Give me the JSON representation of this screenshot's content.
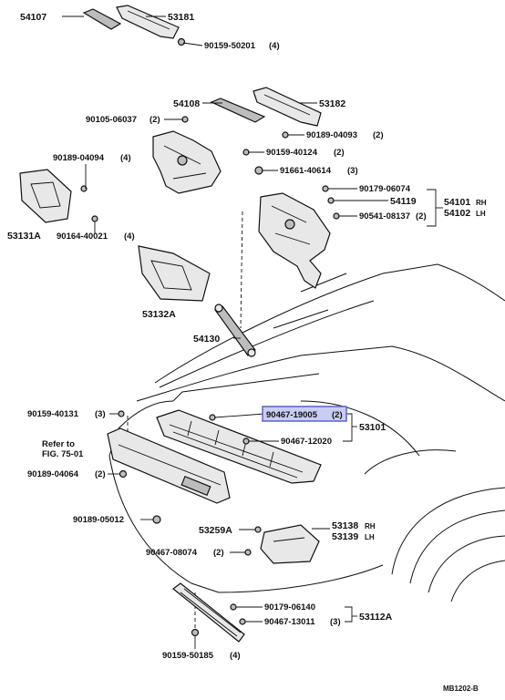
{
  "labels": {
    "p54107": "54107",
    "p53181": "53181",
    "p90159_50201": "90159-50201",
    "p90159_50201_qty": "(4)",
    "p54108": "54108",
    "p53182": "53182",
    "p90105_06037": "90105-06037",
    "p90105_06037_qty": "(2)",
    "p90189_04093": "90189-04093",
    "p90189_04093_qty": "(2)",
    "p90189_04094": "90189-04094",
    "p90189_04094_qty": "(4)",
    "p90159_40124": "90159-40124",
    "p90159_40124_qty": "(2)",
    "p91661_40614": "91661-40614",
    "p91661_40614_qty": "(3)",
    "p90179_06074": "90179-06074",
    "p54119": "54119",
    "p54101": "54101",
    "p54101_tag": "RH",
    "p90541_08137": "90541-08137",
    "p90541_08137_qty": "(2)",
    "p54102": "54102",
    "p54102_tag": "LH",
    "p53131A": "53131A",
    "p90164_40021": "90164-40021",
    "p90164_40021_qty": "(4)",
    "p53132A": "53132A",
    "p54130": "54130",
    "p90159_40131": "90159-40131",
    "p90159_40131_qty": "(3)",
    "p90467_19005": "90467-19005",
    "p90467_19005_qty": "(2)",
    "p53101": "53101",
    "refer_line1": "Refer to",
    "refer_line2": "FIG. 75-01",
    "p90467_12020": "90467-12020",
    "p90189_04064": "90189-04064",
    "p90189_04064_qty": "(2)",
    "p90189_05012": "90189-05012",
    "p53259A": "53259A",
    "p53138": "53138",
    "p53138_tag": "RH",
    "p53139": "53139",
    "p53139_tag": "LH",
    "p90467_08074": "90467-08074",
    "p90467_08074_qty": "(2)",
    "p90179_06140": "90179-06140",
    "p90467_13011": "90467-13011",
    "p90467_13011_qty": "(3)",
    "p53112A": "53112A",
    "p90159_50185": "90159-50185",
    "p90159_50185_qty": "(4)",
    "figure_code": "MB1202-B"
  },
  "highlight_color": "#c9cdf2"
}
